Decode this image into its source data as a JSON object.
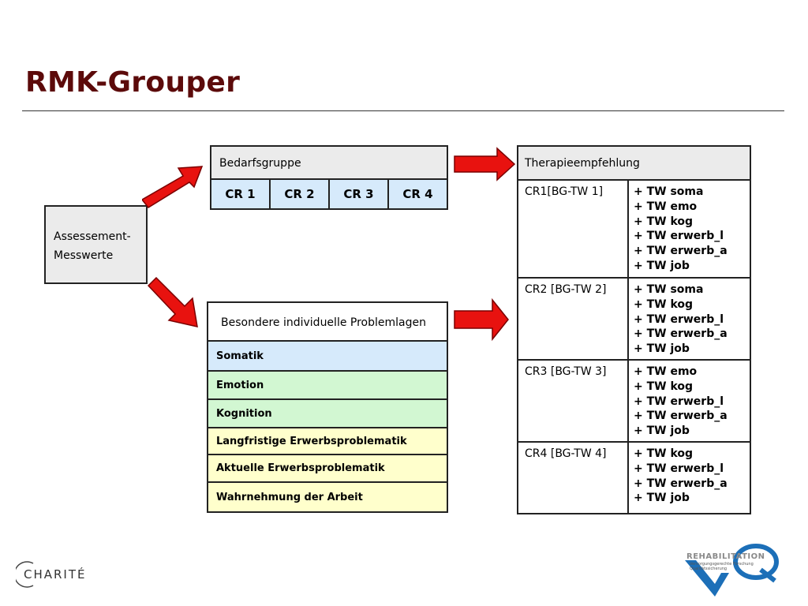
{
  "title": "RMK-Grouper",
  "assessment": {
    "label": "Assessement-Messwerte"
  },
  "bedarfsgruppe": {
    "header": "Bedarfsgruppe",
    "cells": [
      "CR 1",
      "CR 2",
      "CR 3",
      "CR 4"
    ]
  },
  "problemlagen": {
    "header": "Besondere individuelle Problemlagen",
    "rows": [
      {
        "label": "Somatik",
        "color": "#d6eafb"
      },
      {
        "label": "Emotion",
        "color": "#d2f7d2"
      },
      {
        "label": "Kognition",
        "color": "#d2f7d2"
      },
      {
        "label": "Langfristige Erwerbsproblematik",
        "color": "#ffffcc"
      },
      {
        "label": "Aktuelle Erwerbsproblematik",
        "color": "#ffffcc"
      },
      {
        "label": "Wahrnehmung der Arbeit",
        "color": "#ffffcc"
      }
    ]
  },
  "therapie": {
    "header": "Therapieempfehlung",
    "rows": [
      {
        "group": "CR1[BG-TW 1]",
        "items": [
          "+ TW soma",
          "+ TW emo",
          "+ TW kog",
          "+ TW erwerb_l",
          "+ TW erwerb_a",
          "+ TW job"
        ]
      },
      {
        "group": "CR2 [BG-TW 2]",
        "items": [
          "+ TW soma",
          "+ TW kog",
          "+ TW erwerb_l",
          "+ TW erwerb_a",
          "+ TW job"
        ]
      },
      {
        "group": "CR3 [BG-TW 3]",
        "items": [
          "+ TW emo",
          "+ TW kog",
          "+ TW erwerb_l",
          "+ TW erwerb_a",
          "+ TW job"
        ]
      },
      {
        "group": "CR4 [BG-TW 4]",
        "items": [
          "+ TW kog",
          "+ TW erwerb_l",
          "+ TW erwerb_a",
          "+ TW job"
        ]
      }
    ]
  },
  "footer": {
    "left_logo": "CHARITÉ",
    "right_logo": "REHABILITATION",
    "right_logo_sub1": "Versorgungsgerechte Forschung",
    "right_logo_sub2": "Qualitätssicherung"
  },
  "colors": {
    "title": "#5c0a0a",
    "arrow": "#e8120f",
    "header_gray": "#ebebeb",
    "cr_blue": "#d6eafb"
  }
}
